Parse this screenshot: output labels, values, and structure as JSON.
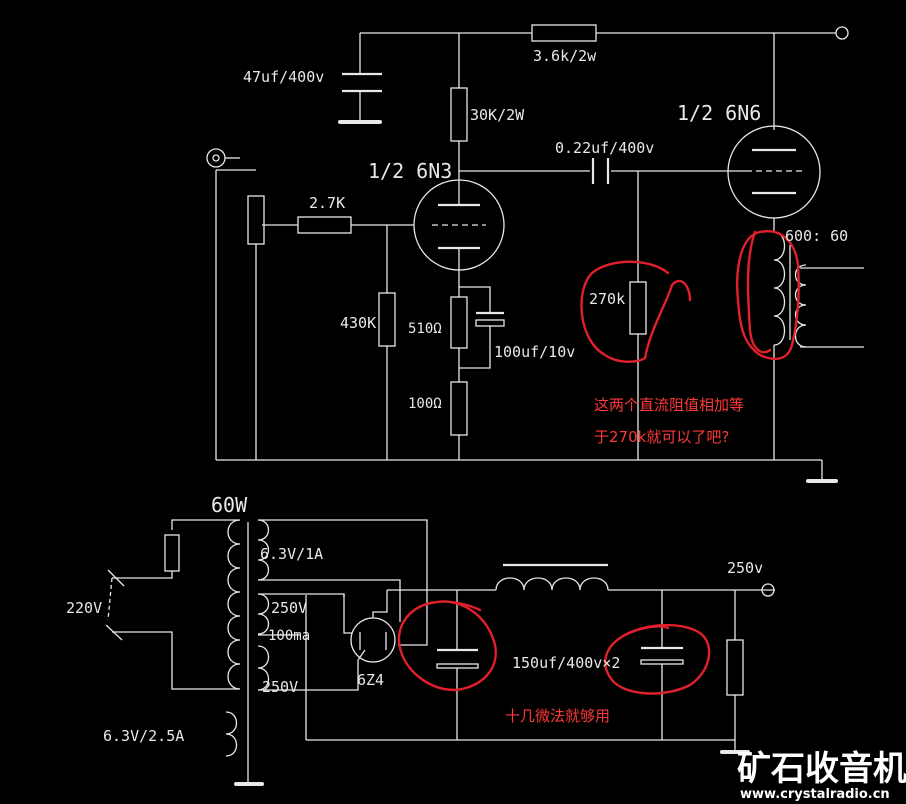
{
  "labels": {
    "r_3k6": "3.6k/2w",
    "c_47uf": "47uf/400v",
    "r_30k": "30K/2W",
    "tube_6n6": "1/2 6N6",
    "tube_6n3": "1/2 6N3",
    "c_022": "0.22uf/400v",
    "r_2k7": "2.7K",
    "ratio": "600: 60",
    "r_430k": "430K",
    "r_510": "510Ω",
    "r_270k": "270k",
    "c_100uf": "100uf/10v",
    "r_100": "100Ω",
    "ps_power": "60W",
    "tr_63v1a": "6.3V/1A",
    "v_250_out": "250v",
    "mains": "220V",
    "tr_250v_top": "250V",
    "tr_100ma": "100ma",
    "c_150uf": "150uf/400v×2",
    "tr_250v_bot": "250V",
    "rect_tube": "6Z4",
    "tr_63v25a": "6.3V/2.5A"
  },
  "notes": {
    "note_1_line1": "这两个直流阻值相加等",
    "note_1_line2": "于270k就可以了吧?",
    "note_2": "十几微法就够用"
  },
  "watermark": {
    "title": "矿石收音机",
    "url": "www.crystalradio.cn"
  },
  "colors": {
    "background": "#000000",
    "wire": "#e8e8e8",
    "annotation": "#e0202a",
    "note_text": "#ff3838"
  }
}
